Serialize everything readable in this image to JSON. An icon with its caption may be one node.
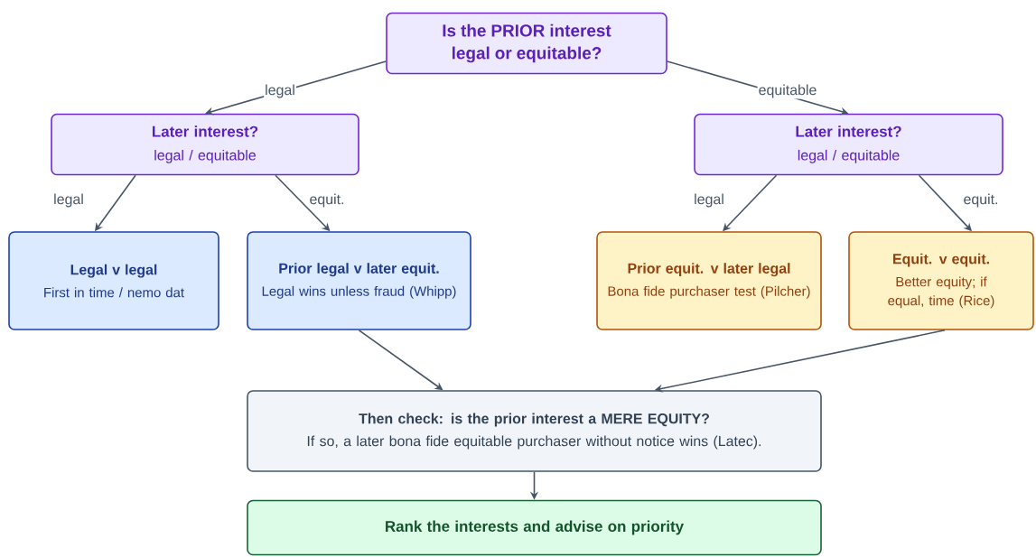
{
  "diagram": {
    "nodes": [
      {
        "text": [
          "Is the PRIOR interest legal or equitable?"
        ]
      },
      {
        "text": [
          "Later interest?",
          "legal / equitable"
        ]
      },
      {
        "text": [
          "Later interest?",
          "legal / equitable"
        ]
      },
      {
        "text": [
          "Legal v legal",
          "First in time / nemo dat"
        ]
      },
      {
        "text": [
          "Prior legal v later equit.",
          "Legal wins unless fraud (Whipp)"
        ]
      },
      {
        "text": [
          "Prior equit. v later legal",
          "Bona fide purchaser test (Pilcher)"
        ]
      },
      {
        "text": [
          "Equit. v equit.",
          "Better equity; if equal, time (Rice)"
        ]
      },
      {
        "text": [
          "Then check: is the prior interest a MERE EQUITY?",
          "If so, a later bona fide equitable purchaser without notice wins (Latec)."
        ]
      },
      {
        "text": [
          "Rank the interests and advise on priority"
        ]
      }
    ],
    "edges": [
      {
        "from": 0,
        "to": 1,
        "arrow": "to",
        "label": "legal"
      },
      {
        "from": 0,
        "to": 2,
        "arrow": "to",
        "label": "equitable"
      },
      {
        "from": 1,
        "to": 3,
        "arrow": "to",
        "label": "legal"
      },
      {
        "from": 1,
        "to": 4,
        "arrow": "to",
        "label": "equit."
      },
      {
        "from": 2,
        "to": 5,
        "arrow": "to",
        "label": "legal"
      },
      {
        "from": 2,
        "to": 6,
        "arrow": "to",
        "label": "equit."
      },
      {
        "from": 4,
        "to": 7,
        "arrow": "to"
      },
      {
        "from": 6,
        "to": 7,
        "arrow": "to"
      },
      {
        "from": 7,
        "to": 8,
        "arrow": "to"
      }
    ]
  }
}
